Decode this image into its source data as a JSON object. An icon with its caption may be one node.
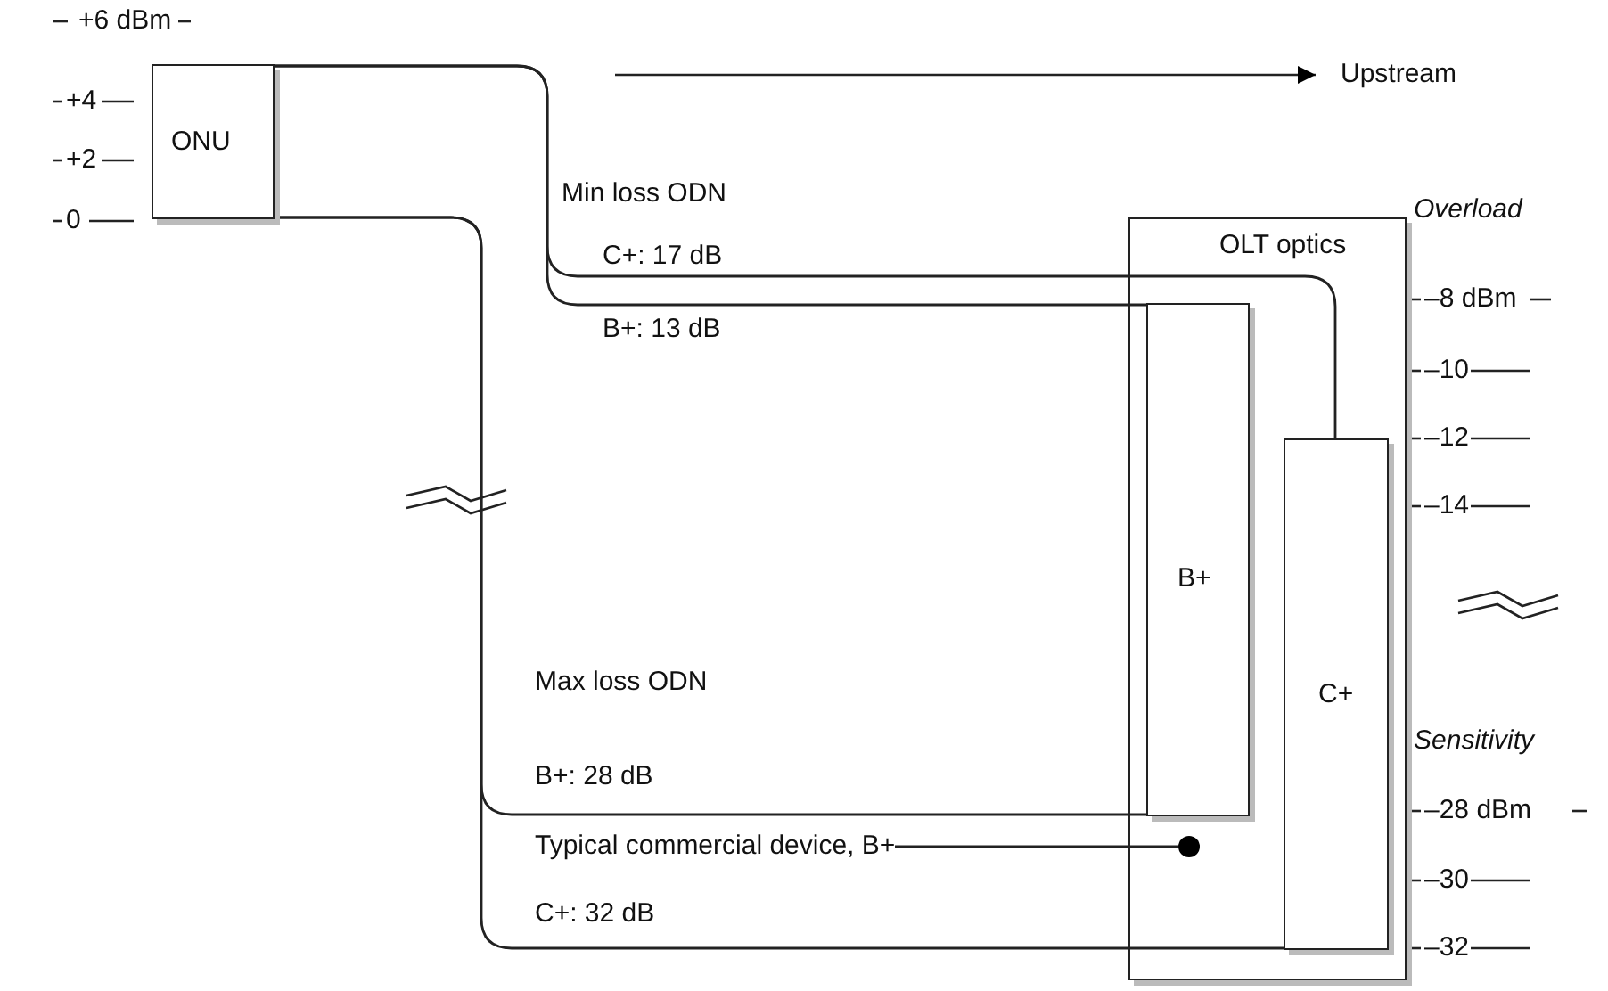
{
  "diagram": {
    "nodes": [
      {
        "text": [
          "ONU"
        ]
      },
      {
        "text": [
          "OLT optics"
        ]
      },
      {
        "text": [
          "B+"
        ],
        "in": 1
      },
      {
        "text": [
          "C+"
        ],
        "in": 1
      },
      {
        "text": [
          "Typical commercial device, B+"
        ]
      },
      {
        "text": [],
        "shape": "circle",
        "in": 1
      }
    ],
    "edges": [
      {
        "from": 0,
        "to": 2,
        "arrow": "none",
        "label": "B+: 13 dB"
      },
      {
        "from": 0,
        "to": 3,
        "arrow": "none",
        "label": "C+: 17 dB"
      },
      {
        "from": 0,
        "to": 2,
        "arrow": "none",
        "label": "B+: 28 dB"
      },
      {
        "from": 0,
        "to": 3,
        "arrow": "none",
        "label": "C+: 32 dB"
      },
      {
        "from": 4,
        "to": 5,
        "arrow": "none"
      }
    ],
    "labels": [
      "+6 dBm",
      "+4",
      "Upstream",
      "+2",
      "0",
      "Min loss ODN",
      "Overload",
      "–8 dBm",
      "–10",
      "–12",
      "–14",
      "Max loss ODN",
      "Sensitivity",
      "–28 dBm",
      "–30",
      "–32"
    ]
  }
}
